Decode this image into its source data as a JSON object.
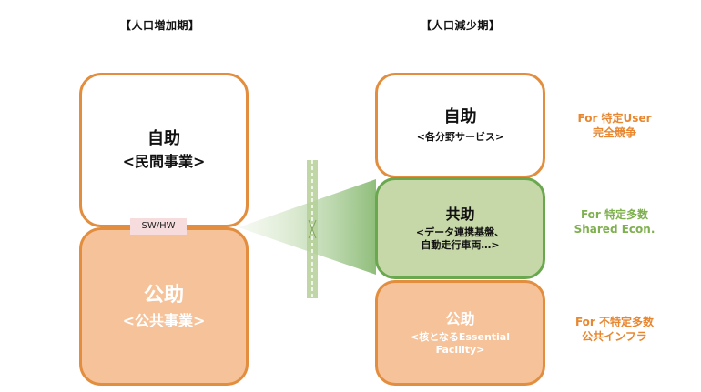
{
  "header": {
    "left_period": "【人口増加期】",
    "right_period": "【人口減少期】"
  },
  "left": {
    "top": {
      "title": "自助",
      "subtitle": "<民間事業>"
    },
    "connector": "SW/HW",
    "bottom": {
      "title": "公助",
      "subtitle": "<公共事業>"
    }
  },
  "right": {
    "top": {
      "title": "自助",
      "subtitle": "<各分野サービス>"
    },
    "middle": {
      "title": "共助",
      "line1": "<データ連携基盤、",
      "line2": "自動走行車両…>"
    },
    "bottom": {
      "title": "公助",
      "line1": "<核となるEssential",
      "line2": "Facility>"
    }
  },
  "labels": {
    "top": {
      "line1": "For 特定User",
      "line2": "完全競争"
    },
    "middle": {
      "line1": "For 特定多数",
      "line2": "Shared Econ."
    },
    "bottom": {
      "line1": "For 不特定多数",
      "line2": "公共インフラ"
    }
  },
  "colors": {
    "orange_border": "#e28e3e",
    "orange_fill": "#f6c29a",
    "green_border": "#6aa84f",
    "green_fill": "#c7d8a8",
    "orange_text": "#e8872f",
    "green_text": "#7fb04f",
    "pink_tag": "#f6dcdc"
  }
}
